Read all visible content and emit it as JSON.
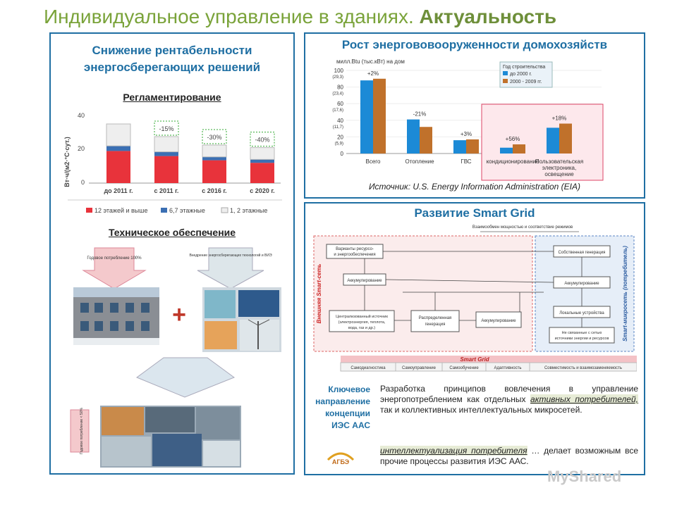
{
  "title": {
    "main": "Индивидуальное управление в зданиях.",
    "accent": "Актуальность"
  },
  "left": {
    "heading": "Снижение рентабельности энергосберегающих решений",
    "section1": "Регламентирование",
    "ylabel": "Вт·ч/(м2·°С·сут.)",
    "yticks": [
      "40",
      "20",
      "0"
    ],
    "legend": [
      "12 этажей и выше",
      "6,7 этажные",
      "1, 2 этажные"
    ],
    "section2": "Техническое обеспечение",
    "arrow1": "Годовое потребление 100%",
    "arrow2": "Внедрение энергосберегающих технологий и ВИЭ",
    "arrow3": "Годовое потребление < 50%"
  },
  "chart_data": [
    {
      "type": "bar",
      "categories": [
        "до 2011 г.",
        "с 2011 г.",
        "с 2016 г.",
        "с 2020 г."
      ],
      "series": [
        {
          "name": "12 этажей и выше",
          "values": [
            19,
            16,
            13.5,
            12
          ]
        },
        {
          "name": "6,7 этажные",
          "values": [
            3,
            2.5,
            2,
            2
          ]
        },
        {
          "name": "1, 2 этажные",
          "values": [
            13,
            9,
            7,
            7
          ]
        }
      ],
      "annotations": [
        "-15%",
        "-30%",
        "-40%"
      ],
      "ylabel": "Вт·ч/(м2·°С·сут.)",
      "ylim": [
        0,
        40
      ]
    },
    {
      "type": "bar",
      "categories": [
        "Всего",
        "Отопление",
        "ГВС",
        "Кондиционирование",
        "Пользовательская электроника, освещение"
      ],
      "series": [
        {
          "name": "до 2000 г.",
          "values": [
            88,
            41,
            16,
            7,
            31
          ]
        },
        {
          "name": "2000 - 2009 гг.",
          "values": [
            90,
            32,
            17,
            11,
            36
          ]
        }
      ],
      "annotations": [
        "+2%",
        "-21%",
        "+3%",
        "+56%",
        "+18%"
      ],
      "ylabel": "милл.Btu (тыс.кВт) на дом",
      "legend_title": "Год строительства",
      "ylim": [
        0,
        100
      ]
    }
  ],
  "right_top": {
    "heading": "Рост энергововооруженности домохозяйств",
    "ylabel": "милл.Btu (тыс.кВт) на дом",
    "yticks": [
      "100",
      "80",
      "60",
      "40",
      "20",
      "0"
    ],
    "yticks2": [
      "(29,3)",
      "(23,4)",
      "(17,6)",
      "(11,7)",
      "(5,9)"
    ],
    "categories": [
      "Всего",
      "Отопление",
      "ГВС",
      "кондиционирование",
      "Пользовательская электроника, освещение"
    ],
    "legend_title": "Год строительства",
    "legend": [
      "до 2000 г.",
      "2000 - 2009 гг."
    ],
    "source": "Источник: U.S. Energy Information Administration (EIA)"
  },
  "right_bottom": {
    "heading": "Развитие Smart Grid",
    "top_label": "Взаимообмен мощностью и соответствие режимов",
    "left_vert": "Внешняя Smart-сеть",
    "right_vert": "Smart-микросеть (потребитель)",
    "boxes": {
      "variants": "Варианты ресурсо- и энергообеспечения",
      "accum": "Аккумулирование",
      "central": "Централизованный источник (электроэнергия, теплота, вода, газ и др.)",
      "distributed": "Распределенная генерация",
      "own_gen": "Собственная генерация",
      "local": "Локальные устройства",
      "not_linked": "Не связанные с сетью источники энергии и ресурсов"
    },
    "bar_label": "Smart Grid",
    "features": [
      "Самодиагностика",
      "Самоуправление",
      "Самообучение",
      "Адаптивность",
      "Совместимость и взаимозаменяемость"
    ],
    "key_label": "Ключевое направление концепции ИЭС ААС",
    "para1_a": "Разработка принципов вовлечения в управление энергопотреблением как отдельных",
    "para1_hl": "активных потребителей,",
    "para1_b": "так и коллективных интеллектуальных микросетей.",
    "para2_hl": "интеллектуализация потребителя",
    "para2_b": "… делает возможным все прочие процессы развития ИЭС ААС.",
    "logo": "АГБЭ"
  },
  "watermark": "MyShared"
}
